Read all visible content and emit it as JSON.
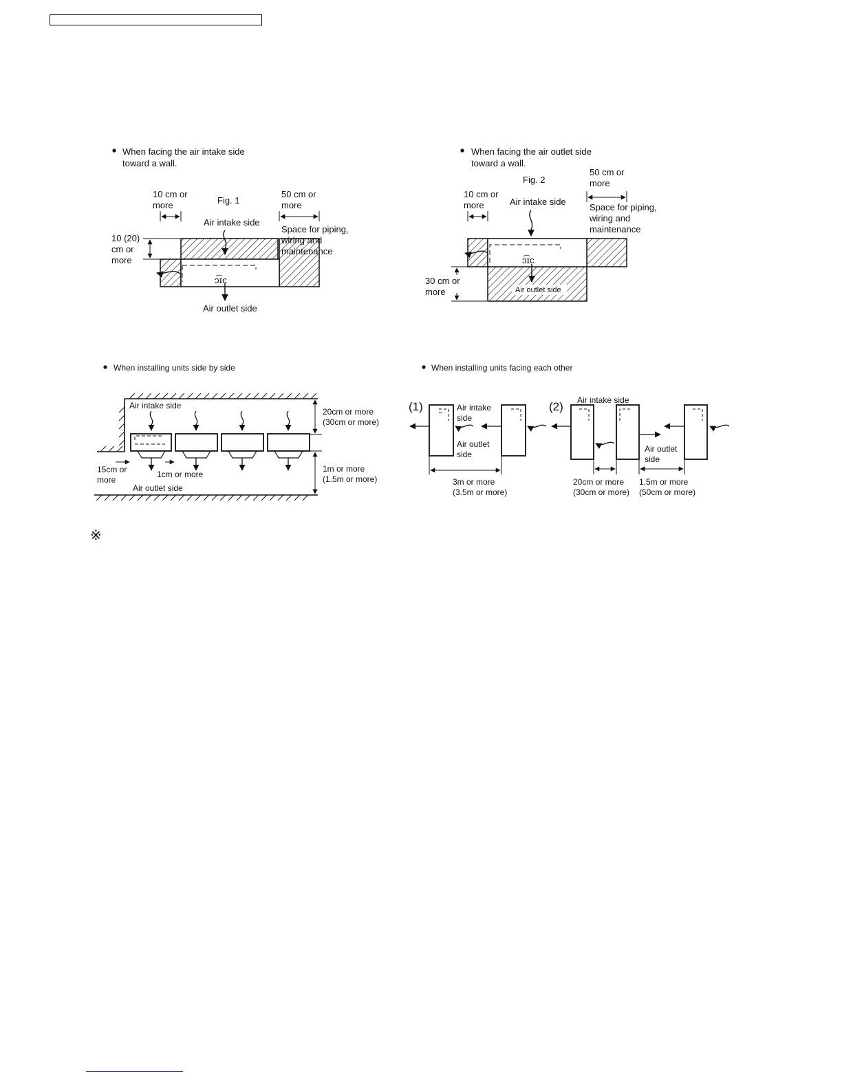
{
  "fig1": {
    "caption_line1": "When facing the air intake side",
    "caption_line2": "toward a wall.",
    "fig_label": "Fig. 1",
    "left_gap_line1": "10 cm or",
    "left_gap_line2": "more",
    "right_gap_line1": "50 cm or",
    "right_gap_line2": "more",
    "intake_label": "Air intake side",
    "space_line1": "Space for piping,",
    "space_line2": "wiring and",
    "space_line3": "maintenance",
    "rear_gap_line1": "10 (20)",
    "rear_gap_line2": "cm or",
    "rear_gap_line3": "more",
    "outlet_label": "Air outlet side"
  },
  "fig2": {
    "caption_line1": "When facing the air outlet side",
    "caption_line2": "toward a wall.",
    "fig_label": "Fig. 2",
    "right_gap_line1": "50 cm or",
    "right_gap_line2": "more",
    "left_gap_line1": "10 cm or",
    "left_gap_line2": "more",
    "intake_label": "Air intake side",
    "space_line1": "Space for piping,",
    "space_line2": "wiring and",
    "space_line3": "maintenance",
    "front_gap_line1": "30 cm or",
    "front_gap_line2": "more",
    "outlet_label": "Air outlet side"
  },
  "fig3": {
    "caption": "When installing units side by side",
    "intake_label": "Air intake side",
    "top_gap_line1": "20cm or more",
    "top_gap_line2": "(30cm or more)",
    "side_gap_line1": "15cm or",
    "side_gap_line2": "more",
    "between_gap": "1cm or more",
    "front_gap_line1": "1m or more",
    "front_gap_line2": "(1.5m or more)",
    "outlet_label": "Air outlet side"
  },
  "fig4": {
    "caption": "When installing units facing each other",
    "case1_label": "(1)",
    "case2_label": "(2)",
    "intake_line1": "Air intake",
    "intake_line2": "side",
    "outlet_line1": "Air outlet",
    "outlet_line2": "side",
    "gap1_line1": "3m or more",
    "gap1_line2": "(3.5m or more)",
    "intake_label_2": "Air intake side",
    "outlet2_line1": "Air outlet",
    "outlet2_line2": "side",
    "gap2_line1": "20cm or more",
    "gap2_line2": "(30cm or more)",
    "gap3_line1": "1.5m or more",
    "gap3_line2": "(50cm or more)"
  },
  "note_symbol": "※"
}
